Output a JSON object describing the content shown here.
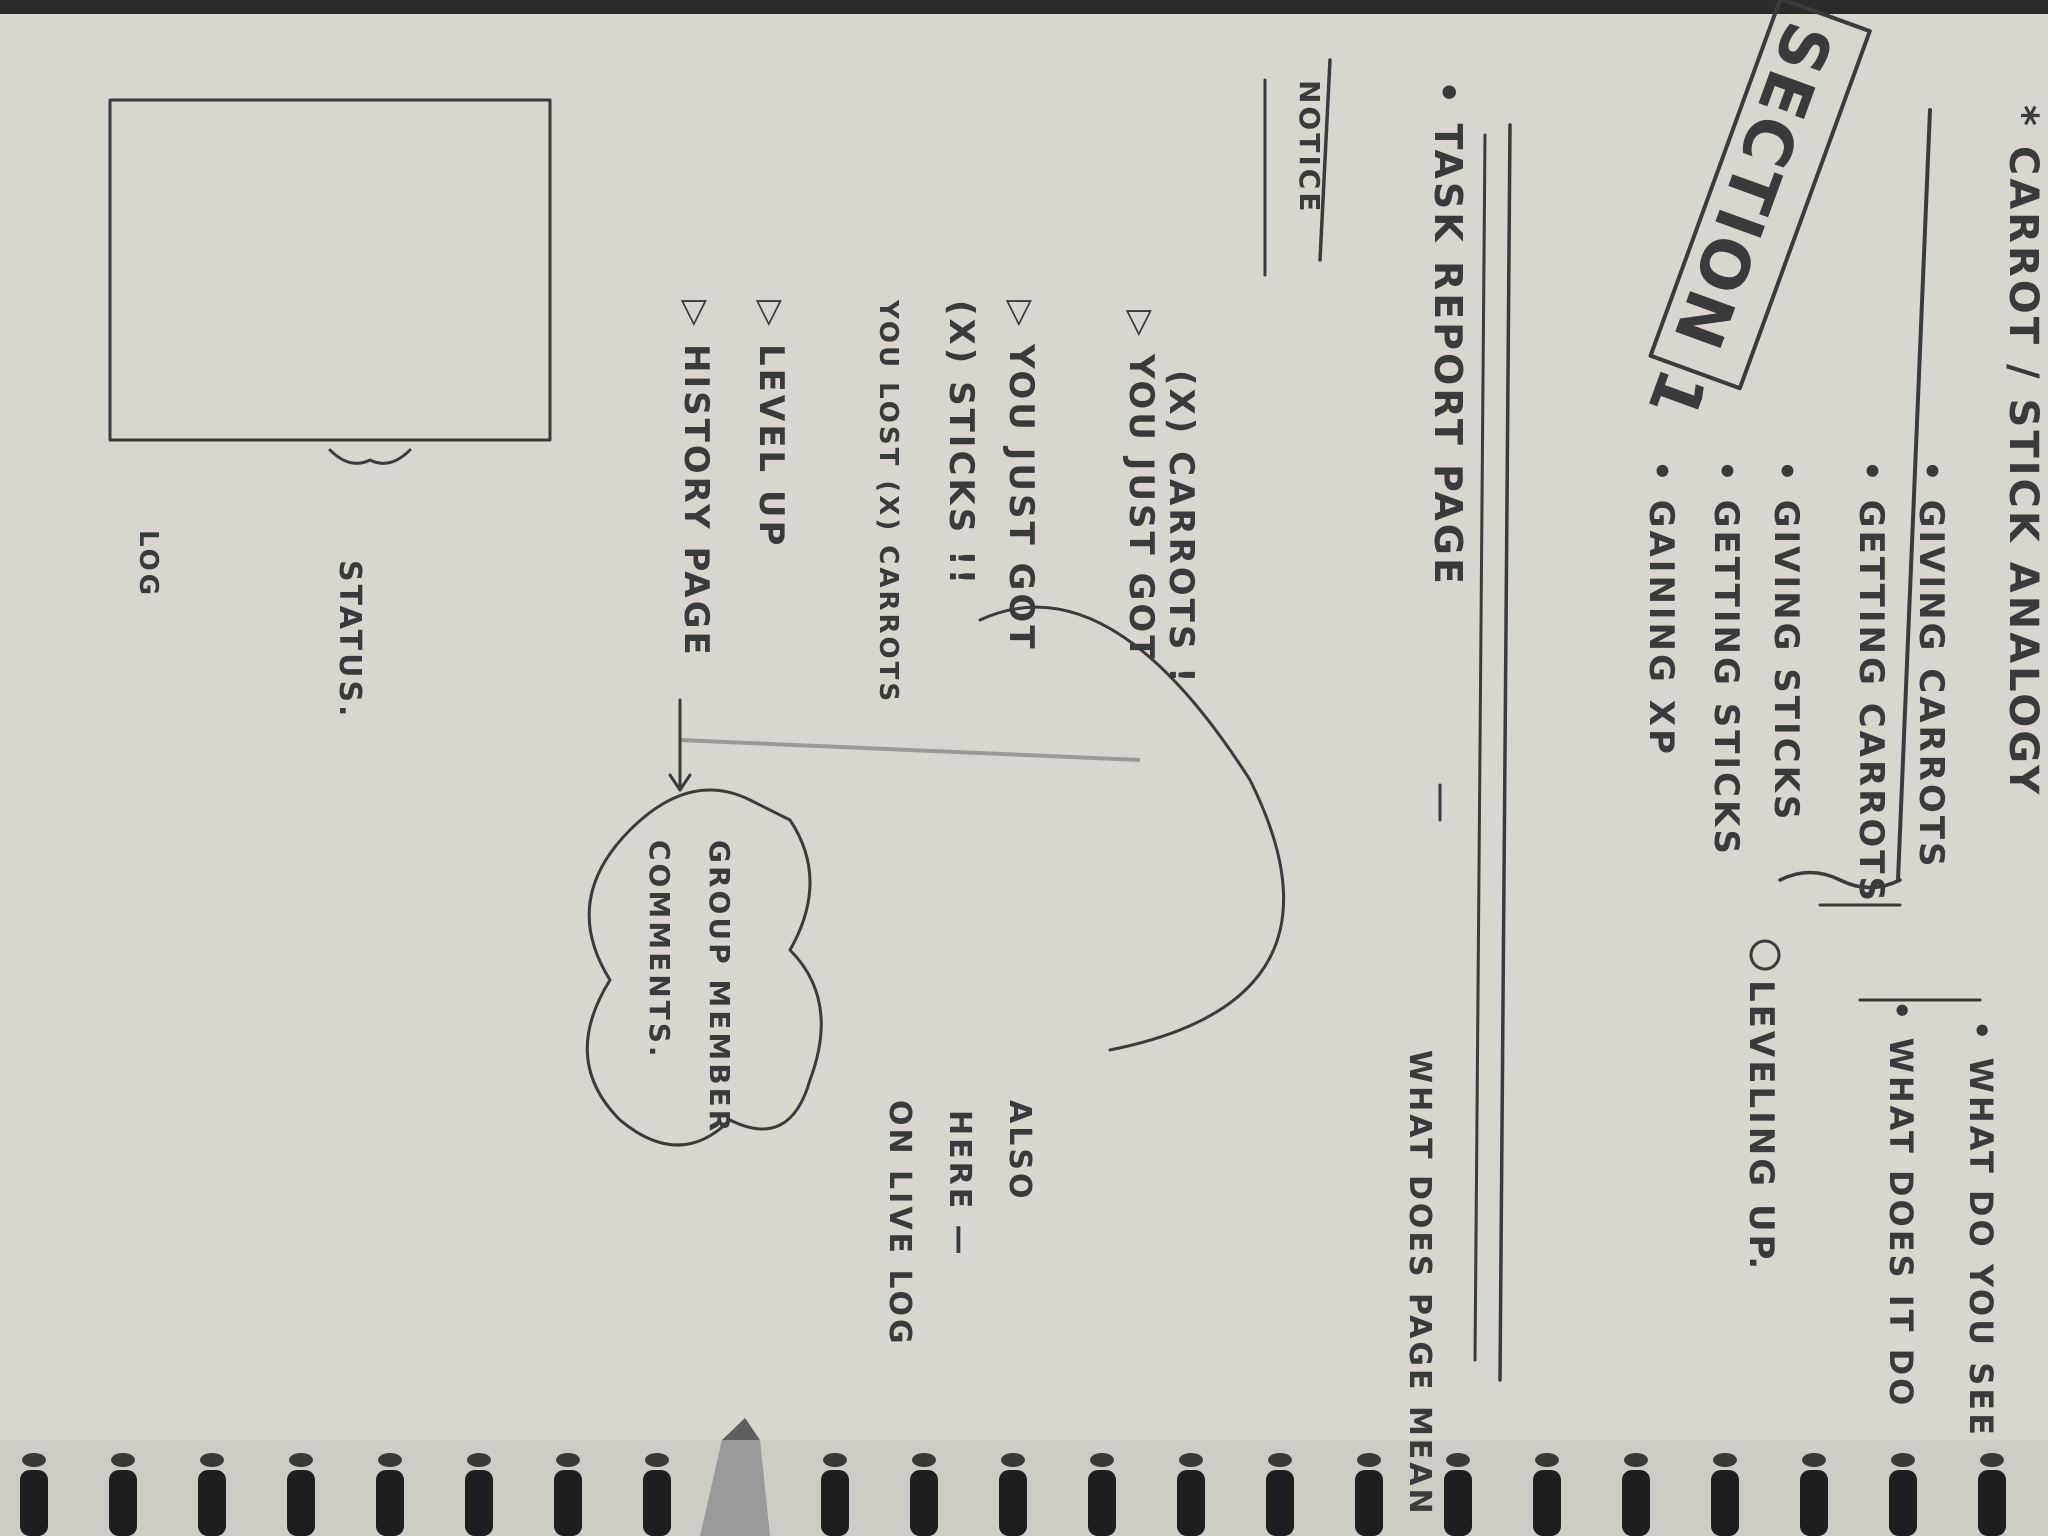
{
  "notebook": {
    "heading": "* CARROT / STICK ANALOGY",
    "section_label": "SECTION 1",
    "carrot_list": [
      "• GIVING CARROTS",
      "• GETTING CARROTS",
      "• GIVING STICKS",
      "• GETTING STICKS",
      "• GAINING XP"
    ],
    "leveling_note": "LEVELING UP.",
    "questions": [
      "• WHAT DO YOU SEE",
      "• WHAT DOES IT DO"
    ],
    "task_report": "• TASK REPORT PAGE",
    "what_does_page_mean": "WHAT DOES PAGE MEAN",
    "notice_label": "NOTICE",
    "bullets": [
      "▷ YOU JUST GOT",
      "(X) CARROTS !",
      "▷ YOU JUST GOT",
      "(X) STICKS !!",
      "YOU LOST (X) CARROTS",
      "▷ LEVEL UP",
      "▷ HISTORY PAGE"
    ],
    "also_note": [
      "ALSO",
      "HERE —",
      "ON LIVE LOG"
    ],
    "group_member_comments": [
      "GROUP MEMBER",
      "COMMENTS."
    ],
    "status_label": "STATUS.",
    "log_label": "LOG"
  },
  "colors": {
    "paper": "#dedbd4",
    "ink": "#3b3b3b",
    "pencil": "#9a9893",
    "spiral": "#1e1e1e"
  }
}
